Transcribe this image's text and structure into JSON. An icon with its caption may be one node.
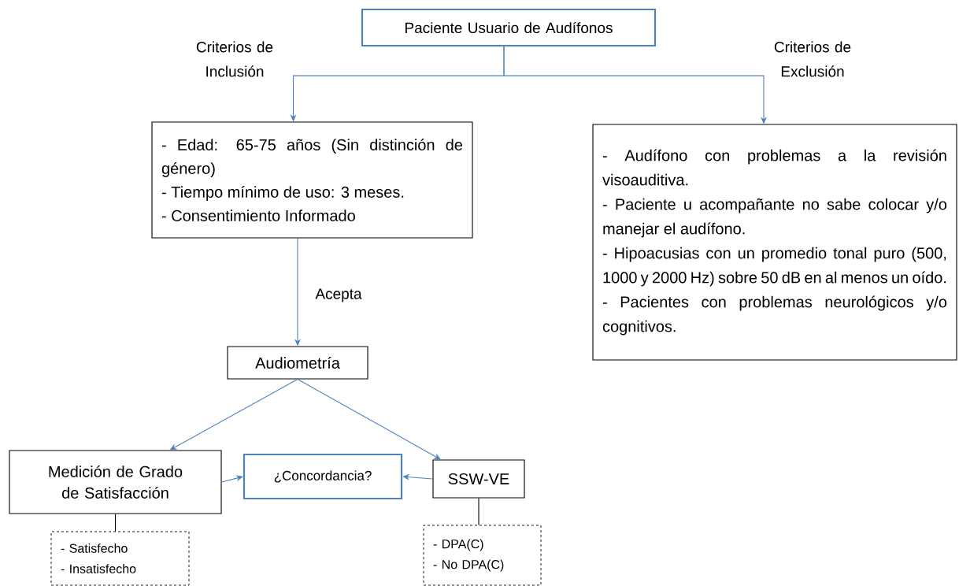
{
  "diagram": {
    "nodes": [
      {
        "text": [
          "Paciente Usuario de Audífonos"
        ]
      },
      {
        "text": [
          "- Edad: 65-75 años (Sin distinción de género)",
          "- Tiempo mínimo de uso: 3 meses.",
          "- Consentimiento Informado"
        ]
      },
      {
        "text": [
          "- Audífono con problemas a la revisión visoauditiva.",
          "- Paciente u acompañante no sabe colocar y/o manejar el audífono.",
          "- Hipoacusias con un promedio tonal puro (500, 1000 y 2000 Hz) sobre 50 dB en al menos un oído.",
          "- Pacientes con problemas neurológicos y/o cognitivos."
        ]
      },
      {
        "text": [
          "Audiometría"
        ]
      },
      {
        "text": [
          "Medición de Grado de Satisfacción"
        ]
      },
      {
        "text": [
          "¿Concordancia?"
        ]
      },
      {
        "text": [
          "SSW-VE"
        ]
      },
      {
        "text": [
          "- Satisfecho",
          "- Insatisfecho"
        ]
      },
      {
        "text": [
          "- DPA(C)",
          "- No DPA(C)"
        ]
      }
    ],
    "edges": [
      {
        "from": 0,
        "to": 1,
        "arrow": "to",
        "label": "Criterios de Inclusión"
      },
      {
        "from": 0,
        "to": 2,
        "arrow": "to",
        "label": "Criterios de Exclusión"
      },
      {
        "from": 1,
        "to": 3,
        "arrow": "to",
        "label": "Acepta"
      },
      {
        "from": 3,
        "to": 4,
        "arrow": "to"
      },
      {
        "from": 3,
        "to": 6,
        "arrow": "to"
      },
      {
        "from": 4,
        "to": 5,
        "arrow": "to"
      },
      {
        "from": 6,
        "to": 5,
        "arrow": "to"
      },
      {
        "from": 4,
        "to": 7,
        "arrow": "none",
        "color": "#000000"
      },
      {
        "from": 6,
        "to": 8,
        "arrow": "none",
        "color": "#000000"
      }
    ]
  }
}
